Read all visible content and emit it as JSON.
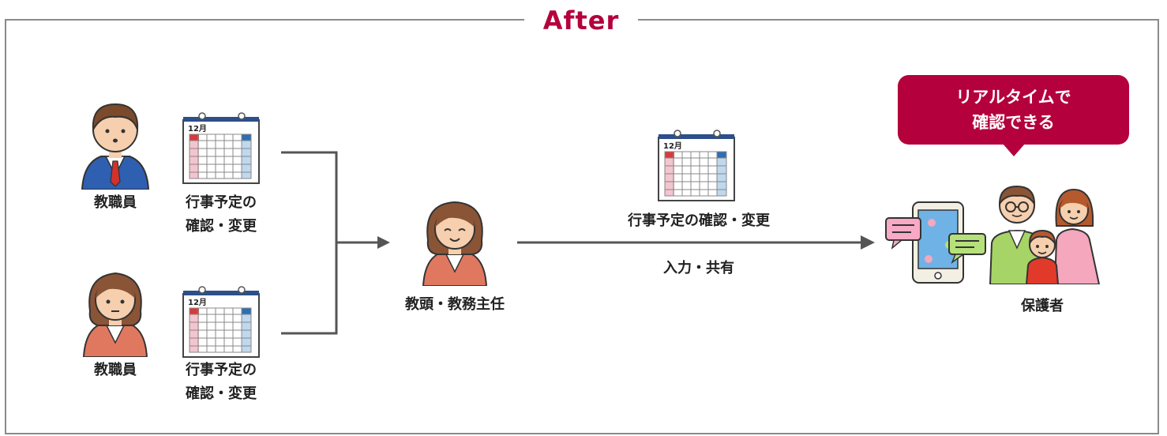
{
  "title": "After",
  "staff_label": "教職員",
  "task_line1": "行事予定の",
  "task_line2": "確認・変更",
  "calendar_month": "12月",
  "coordinator_label": "教頭・教務主任",
  "flow_top": "行事予定の確認・変更",
  "flow_bottom": "入力・共有",
  "callout_line1": "リアルタイムで",
  "callout_line2": "確認できる",
  "parents_label": "保護者",
  "colors": {
    "accent": "#b4003c",
    "line": "#555555",
    "frame": "#8a8a8a"
  }
}
